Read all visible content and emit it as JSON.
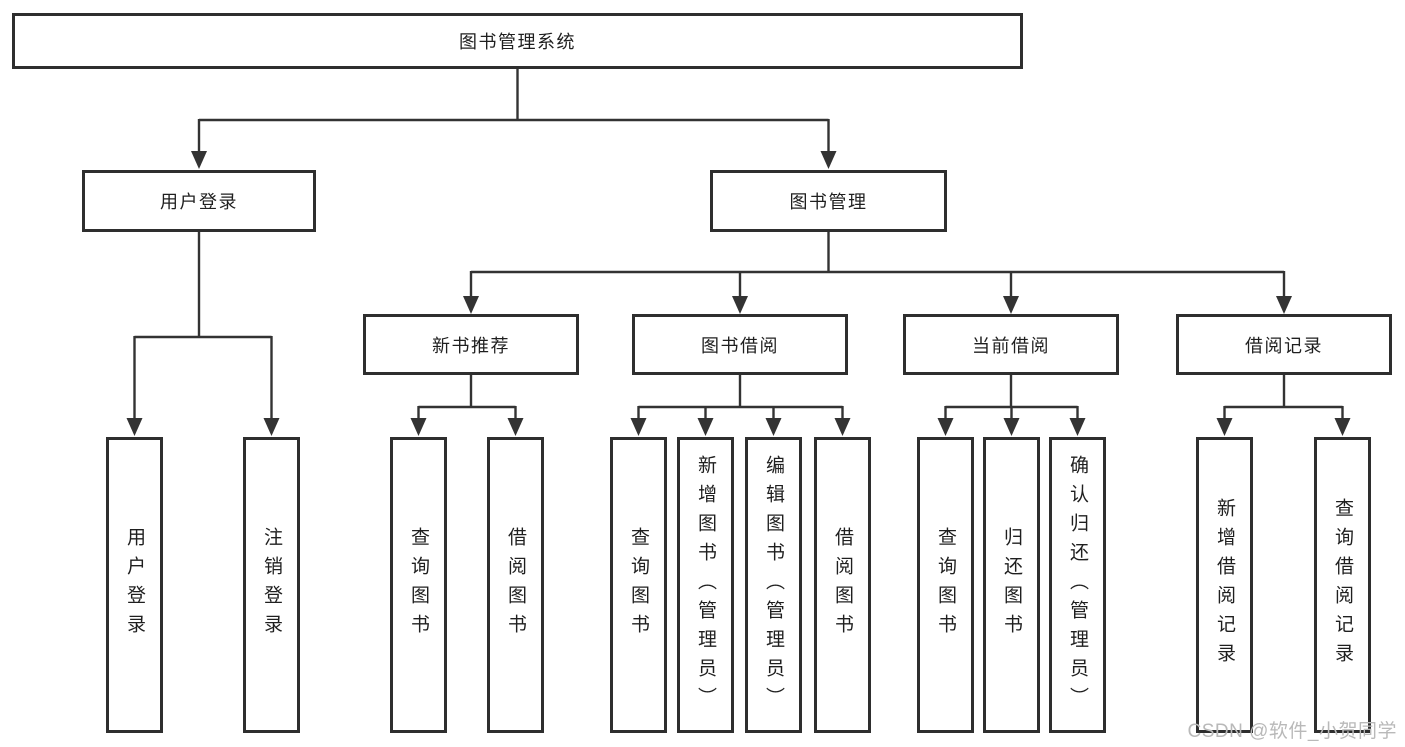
{
  "colors": {
    "background": "#ffffff",
    "line": "#333333",
    "border": "#2e2e2e",
    "text": "#1f1f1f",
    "watermark": "#b9b9b9"
  },
  "root": {
    "label": "图书管理系统"
  },
  "level2": {
    "user_login": "用户登录",
    "book_management": "图书管理"
  },
  "level3": {
    "new_book": "新书推荐",
    "borrow": "图书借阅",
    "current": "当前借阅",
    "records": "借阅记录"
  },
  "leaves": {
    "user_login": [
      "用户登录",
      "注销登录"
    ],
    "new_book": [
      "查询图书",
      "借阅图书"
    ],
    "borrow": [
      "查询图书",
      "新增图书（管理员）",
      "编辑图书（管理员）",
      "借阅图书"
    ],
    "current": [
      "查询图书",
      "归还图书",
      "确认归还（管理员）"
    ],
    "records": [
      "新增借阅记录",
      "查询借阅记录"
    ]
  },
  "watermark": "CSDN @软件_小贺同学"
}
